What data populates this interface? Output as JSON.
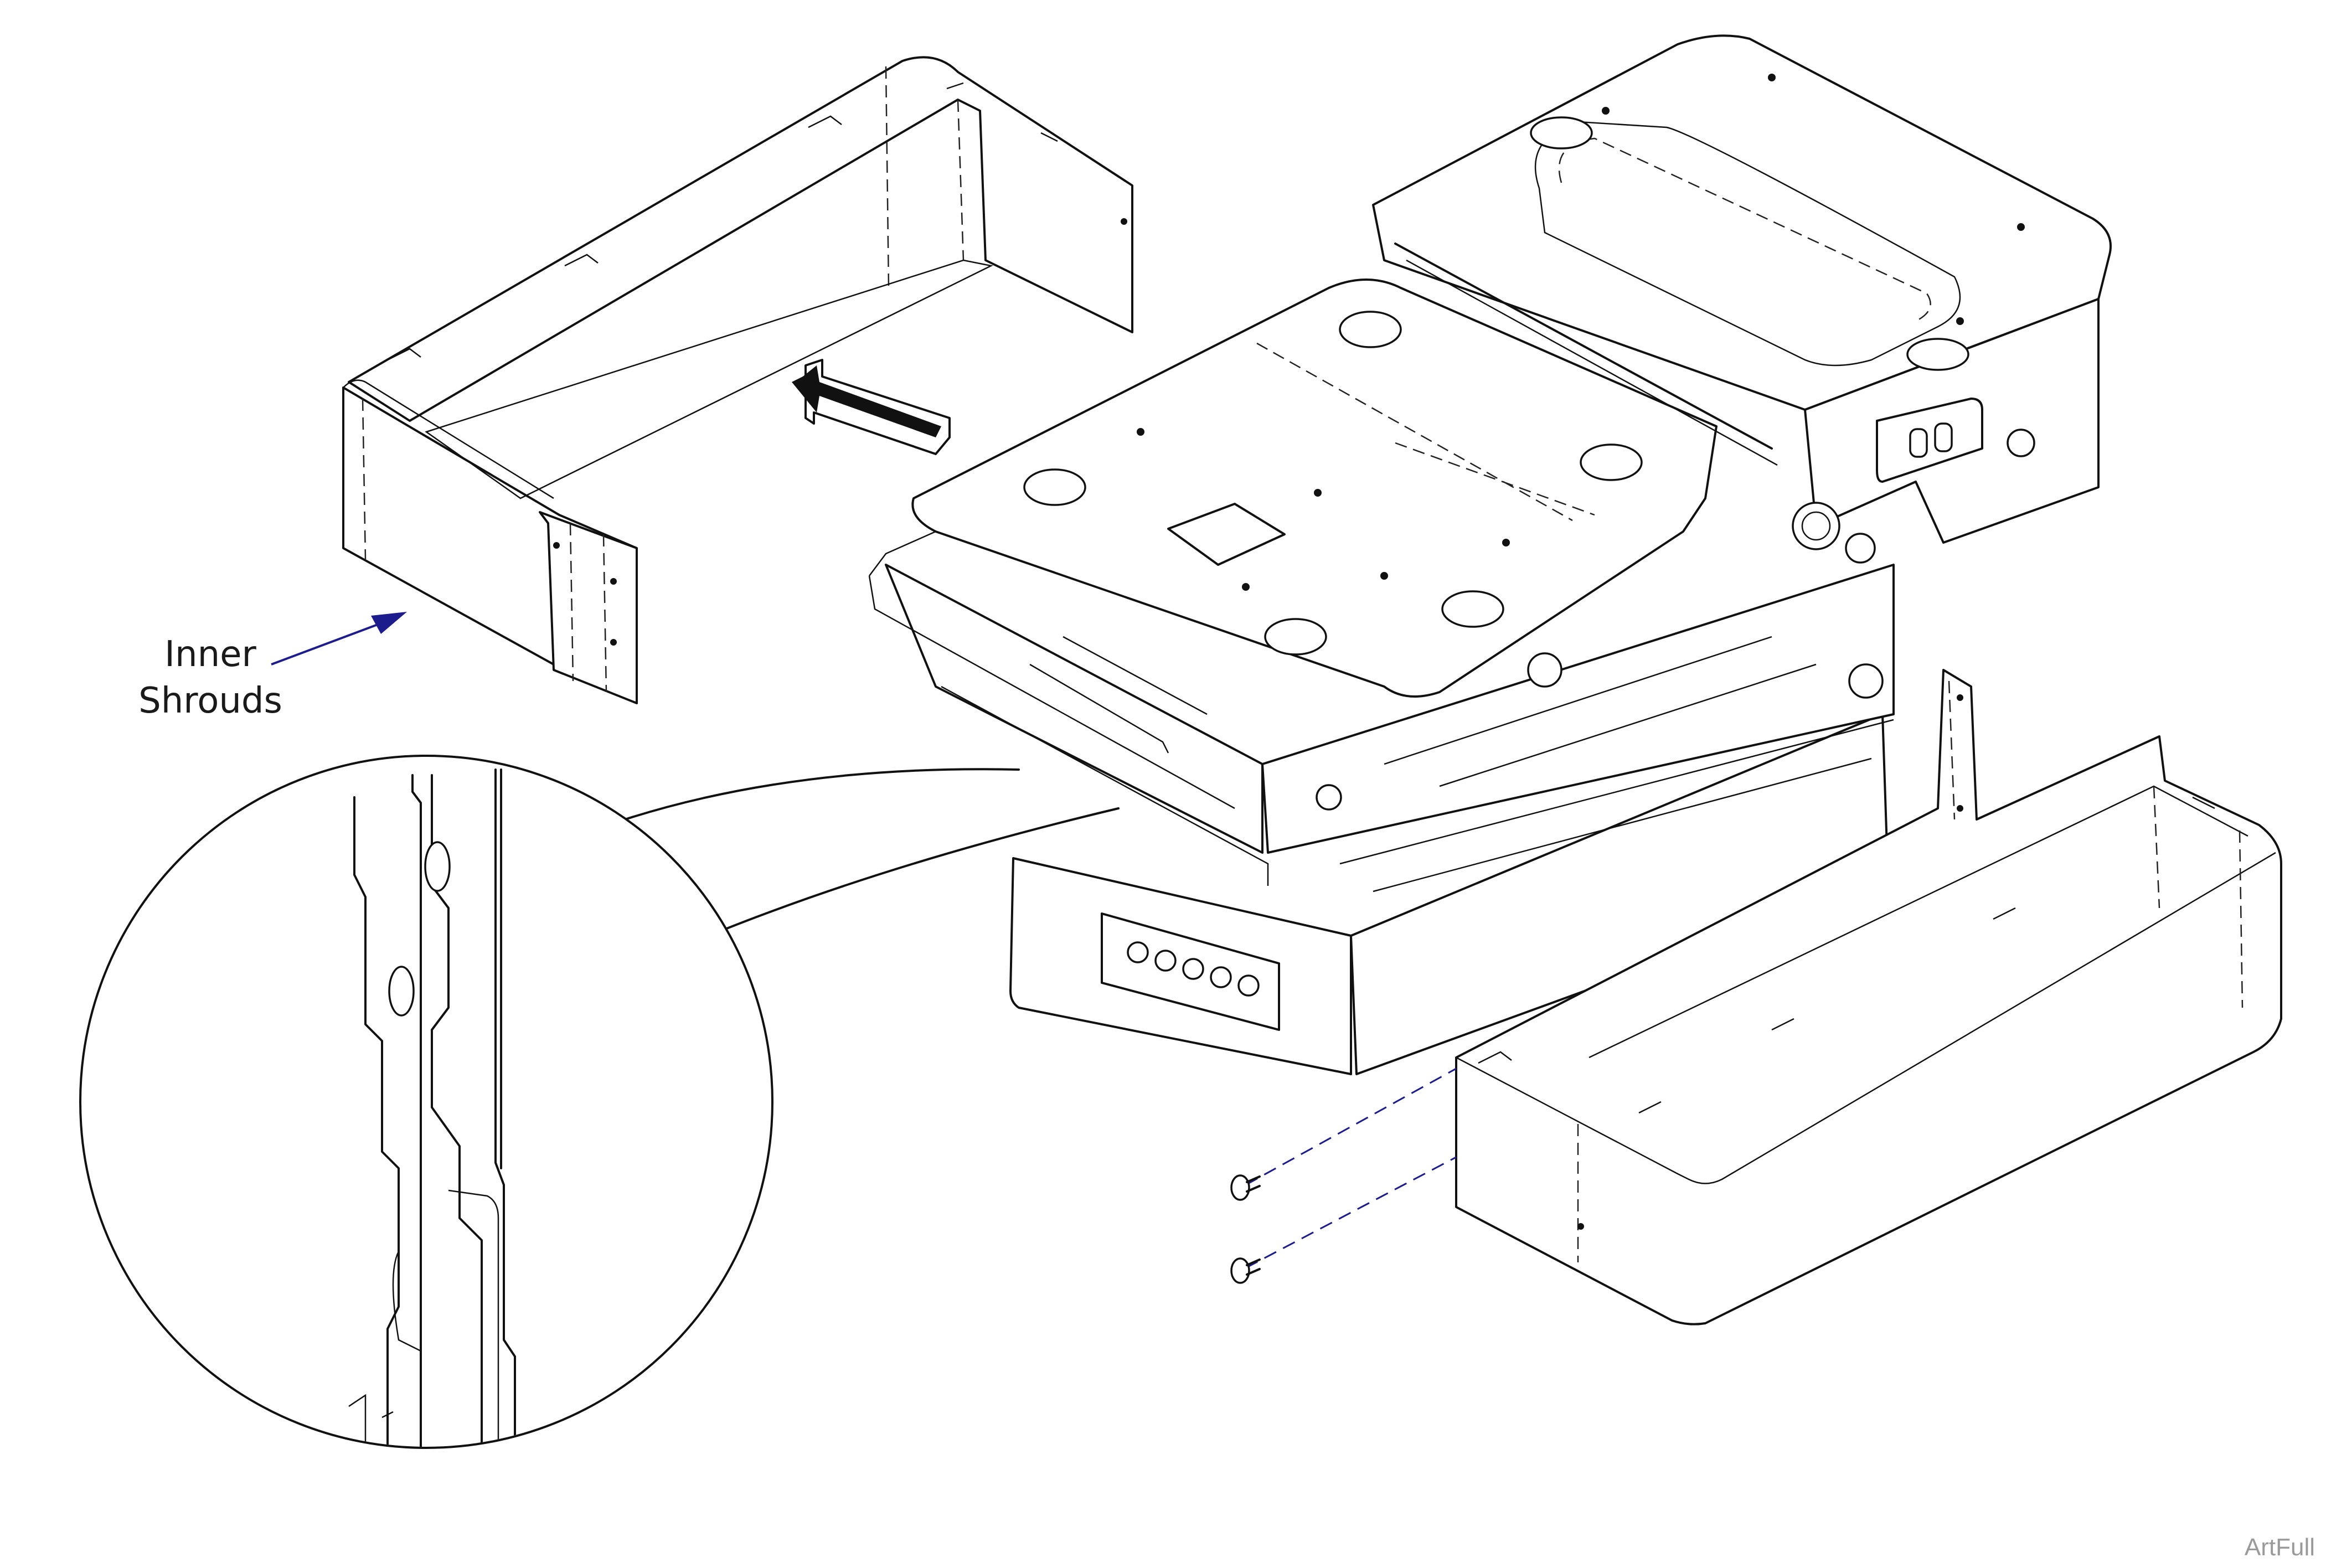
{
  "callout": {
    "line1": "Inner",
    "line2": "Shrouds"
  },
  "footer": {
    "art_tag": "ArtFull"
  },
  "colors": {
    "line": "#111111",
    "leader": "#1c1c8c",
    "screw_path": "#1c1c8c",
    "tag": "#9a9a9a"
  }
}
